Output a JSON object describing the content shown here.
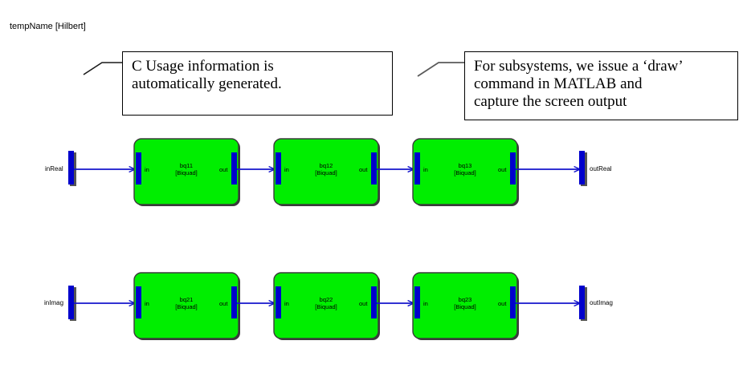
{
  "diagram": {
    "title": "tempName [Hilbert]",
    "colors": {
      "block_fill": "#00ee00",
      "block_border": "#3b3b3b",
      "port_bar": "#0000cc",
      "signal_line": "#1414cc",
      "terminal_bar": "#0000cc",
      "terminal_shadow": "#555555",
      "text": "#000000",
      "background": "#ffffff"
    },
    "annotations": [
      {
        "name": "c-usage",
        "lines": [
          "C Usage information is",
          "automatically generated."
        ]
      },
      {
        "name": "subsystems",
        "lines": [
          "For subsystems, we issue a ‘draw’",
          "command in MATLAB and",
          "capture the screen output"
        ]
      }
    ],
    "rows": [
      {
        "name": "real-path",
        "input_terminal": "inReal",
        "output_terminal": "outReal",
        "blocks": [
          {
            "name": "bq11",
            "type": "[Biquad]",
            "in_port": "in",
            "out_port": "out"
          },
          {
            "name": "bq12",
            "type": "[Biquad]",
            "in_port": "in",
            "out_port": "out"
          },
          {
            "name": "bq13",
            "type": "[Biquad]",
            "in_port": "in",
            "out_port": "out"
          }
        ]
      },
      {
        "name": "imag-path",
        "input_terminal": "inImag",
        "output_terminal": "outImag",
        "blocks": [
          {
            "name": "bq21",
            "type": "[Biquad]",
            "in_port": "in",
            "out_port": "out"
          },
          {
            "name": "bq22",
            "type": "[Biquad]",
            "in_port": "in",
            "out_port": "out"
          },
          {
            "name": "bq23",
            "type": "[Biquad]",
            "in_port": "in",
            "out_port": "out"
          }
        ]
      }
    ]
  }
}
